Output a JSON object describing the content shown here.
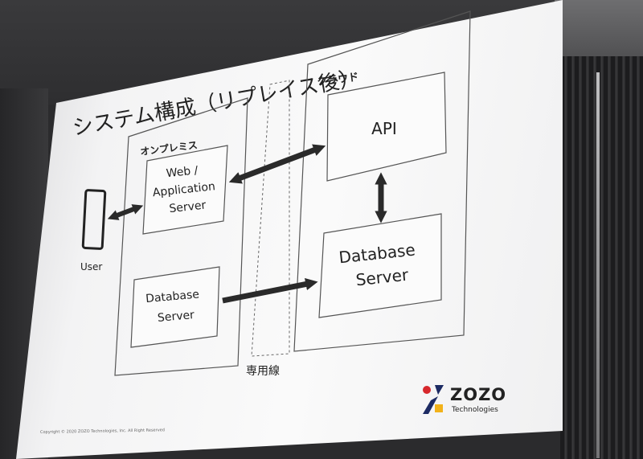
{
  "title": "システム構成（リプレイス後）",
  "sections": {
    "onprem": {
      "label": "オンプレミス"
    },
    "cloud": {
      "label": "クラウド"
    },
    "dedicated_line": {
      "label": "専用線"
    }
  },
  "nodes": {
    "user": {
      "label": "User"
    },
    "web_app_server": {
      "label_lines": [
        "Web /",
        "Application",
        "Server"
      ]
    },
    "onprem_db": {
      "label_lines": [
        "Database",
        "Server"
      ]
    },
    "api": {
      "label": "API"
    },
    "cloud_db": {
      "label_lines": [
        "Database",
        "Server"
      ]
    }
  },
  "logo": {
    "name": "ZOZO",
    "sub": "Technologies"
  },
  "footer": {
    "copyright": "Copyright © 2020 ZOZO Technologies, Inc. All Right Reserved"
  },
  "colors": {
    "logo_red": "#d7272c",
    "logo_yellow": "#f2b21a",
    "logo_navy": "#1c2a63",
    "ink": "#222222",
    "arrow": "#2a2a2a"
  }
}
